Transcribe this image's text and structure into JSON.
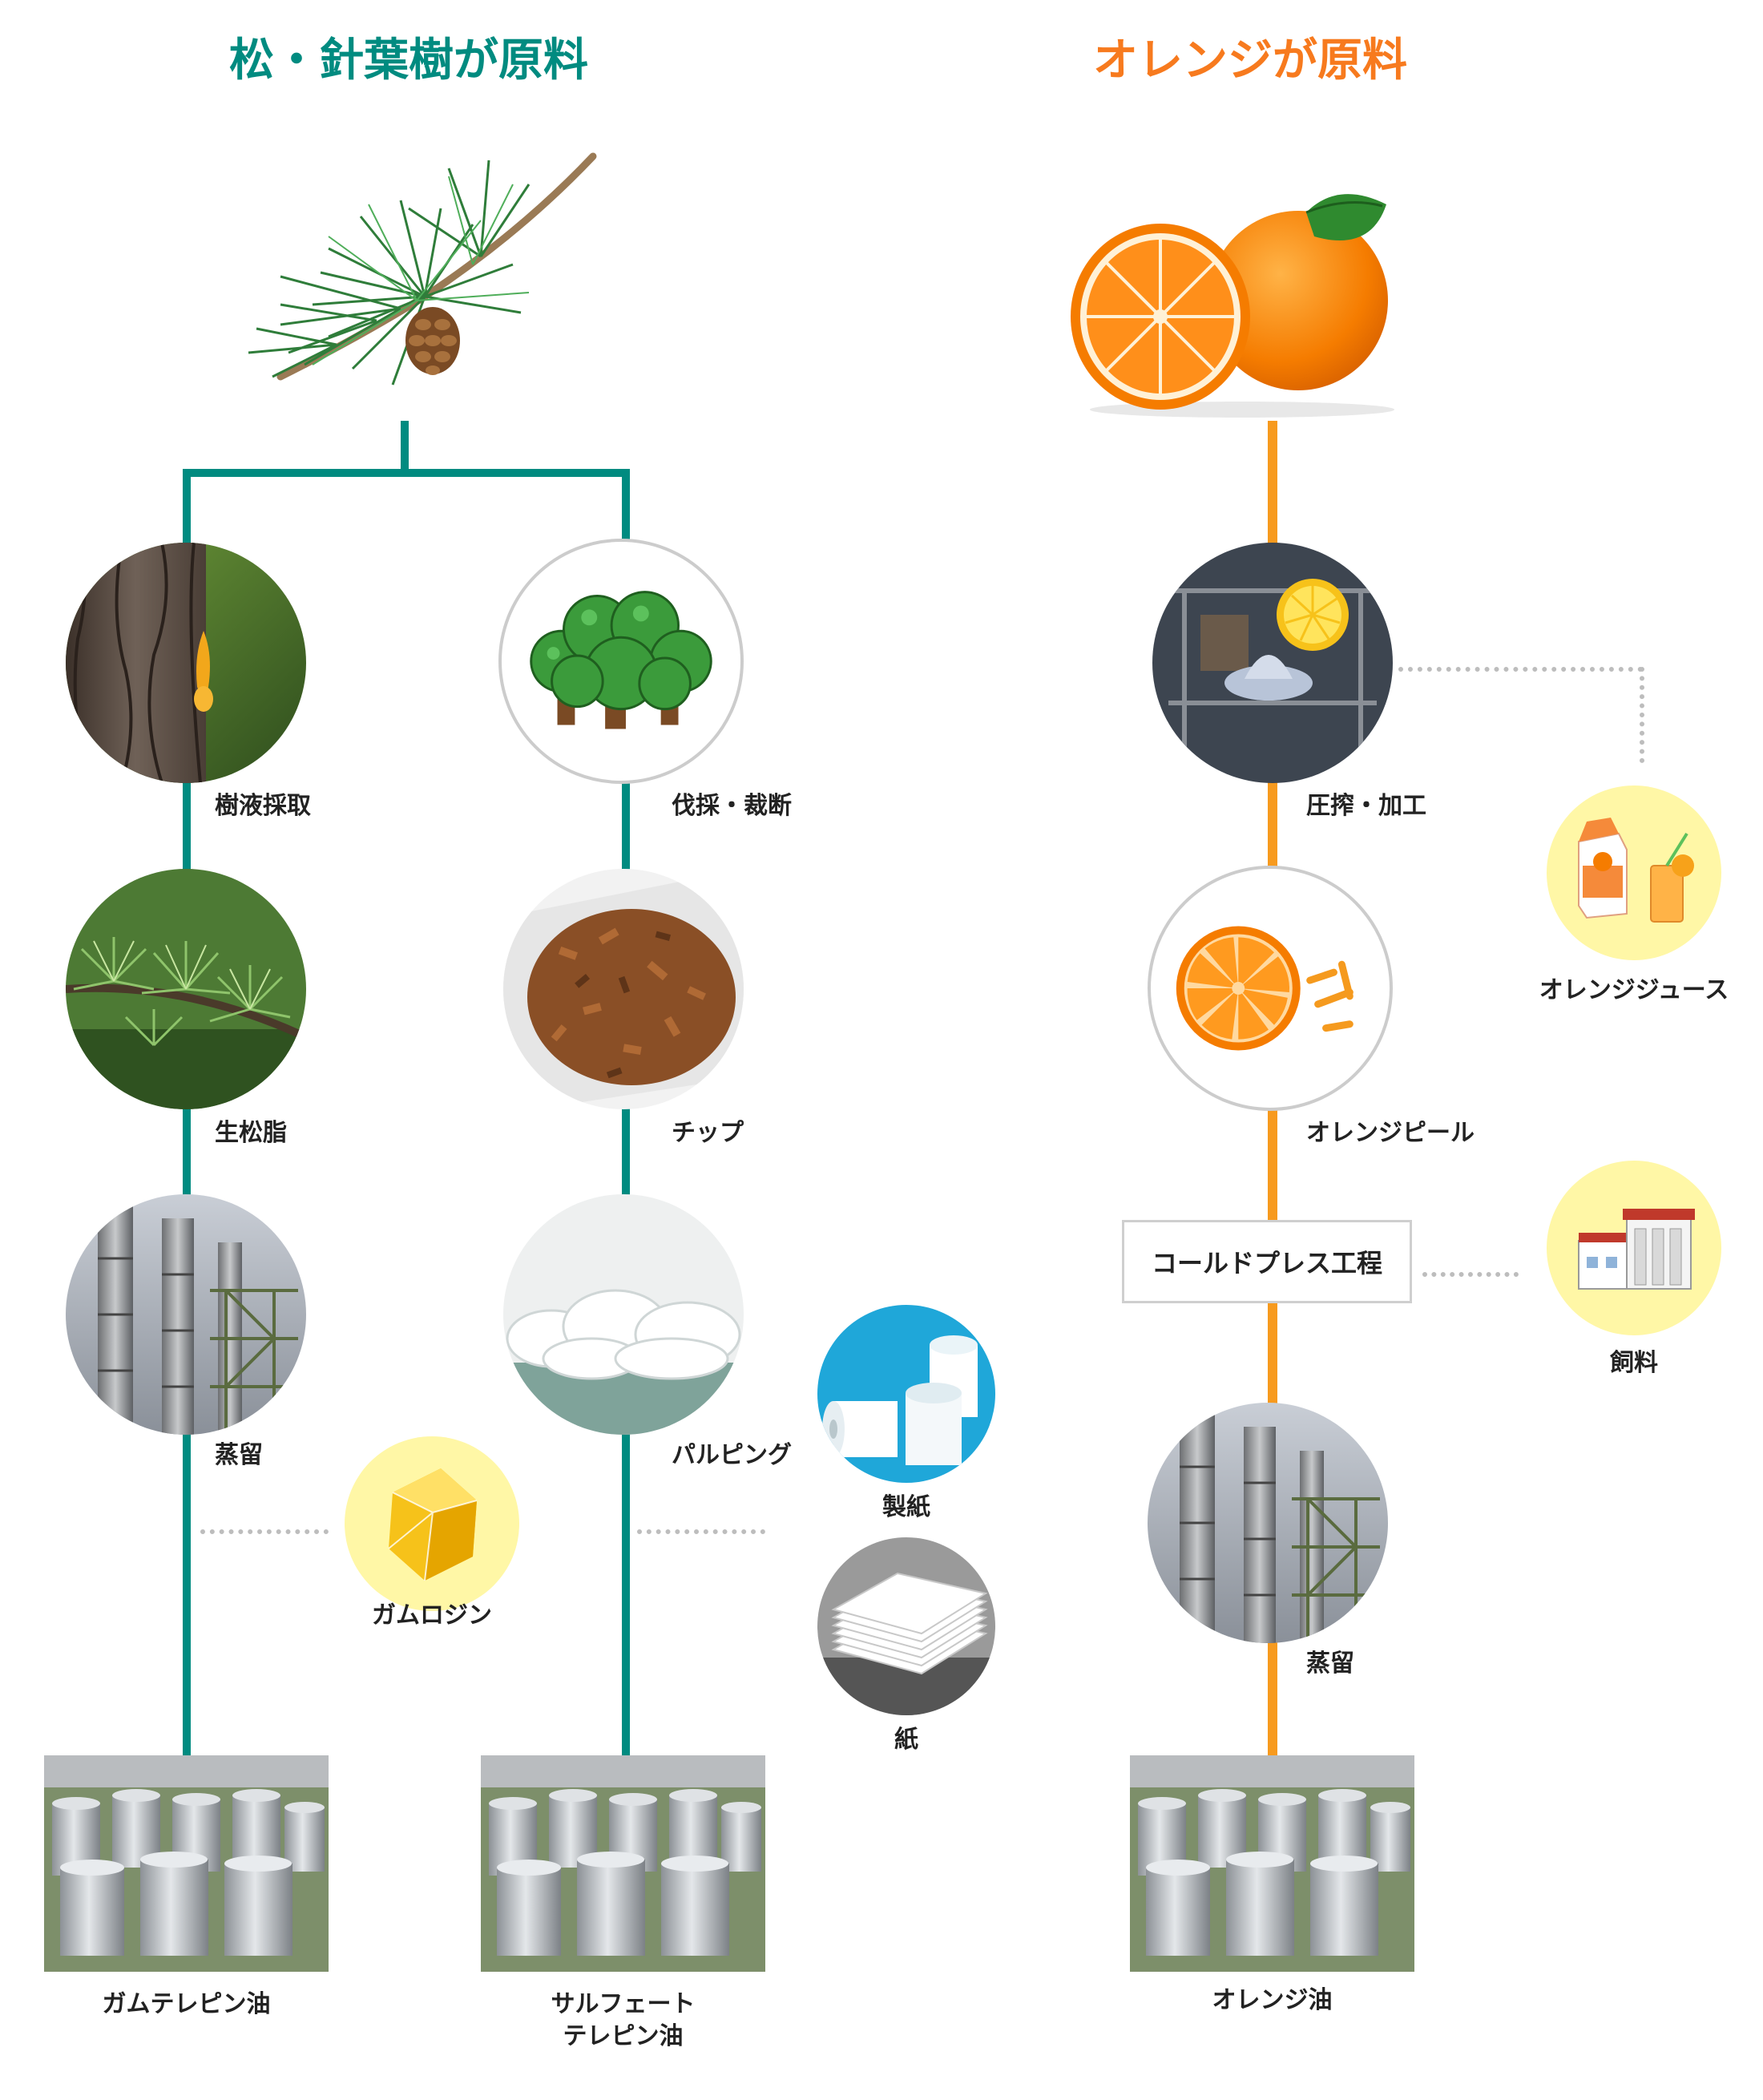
{
  "headings": {
    "pine": "松・針葉樹が原料",
    "orange": "オレンジが原料"
  },
  "colors": {
    "pine_accent": "#008b80",
    "orange_accent": "#f77a1e",
    "orange_line": "#f79a1e",
    "yellow_circle": "#fff7a6",
    "dotted": "#bdbdbd"
  },
  "pine_tree": {
    "resin_branch": {
      "steps": [
        "樹液採取",
        "生松脂",
        "蒸留"
      ],
      "byproduct": "ガムロジン",
      "product": "ガムテレピン油"
    },
    "pulp_branch": {
      "steps": [
        "伐採・裁断",
        "チップ",
        "パルピング"
      ],
      "byproducts": [
        "製紙",
        "紙"
      ],
      "product_line1": "サルフェート",
      "product_line2": "テレピン油"
    }
  },
  "orange_tree": {
    "steps": [
      "圧搾・加工",
      "オレンジピール"
    ],
    "process_box": "コールドプレス工程",
    "byproducts": [
      "オレンジジュース",
      "飼料"
    ],
    "distill": "蒸留",
    "product": "オレンジ油"
  },
  "icons": [
    "pine-branch-icon",
    "orange-fruit-icon",
    "tree-icon",
    "resin-bark-icon",
    "pine-needles-icon",
    "distillation-tower-icon",
    "wood-chips-icon",
    "pulp-icon",
    "toilet-paper-icon",
    "paper-stack-icon",
    "rosin-crystal-icon",
    "juice-icon",
    "orange-slice-icon",
    "factory-icon",
    "oil-tanks-icon"
  ]
}
